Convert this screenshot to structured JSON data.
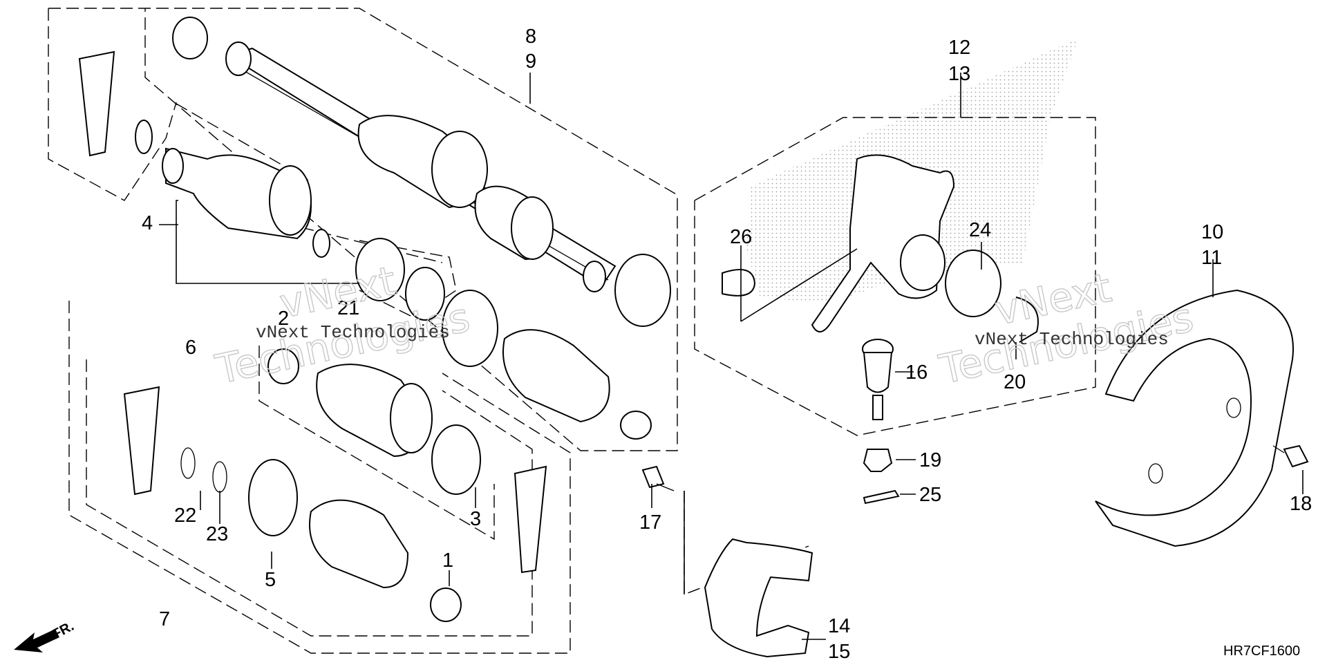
{
  "diagram": {
    "part_numbers": [
      "1",
      "2",
      "3",
      "4",
      "5",
      "6",
      "7",
      "8",
      "9",
      "10",
      "11",
      "12",
      "13",
      "14",
      "15",
      "16",
      "17",
      "18",
      "19",
      "20",
      "21",
      "22",
      "23",
      "24",
      "25",
      "26"
    ],
    "diagram_code": "HR7CF1600",
    "direction_label": "FR.",
    "watermark": {
      "line1": "vNext",
      "line2": "Technologies",
      "inline": "vNext Technologies"
    }
  }
}
